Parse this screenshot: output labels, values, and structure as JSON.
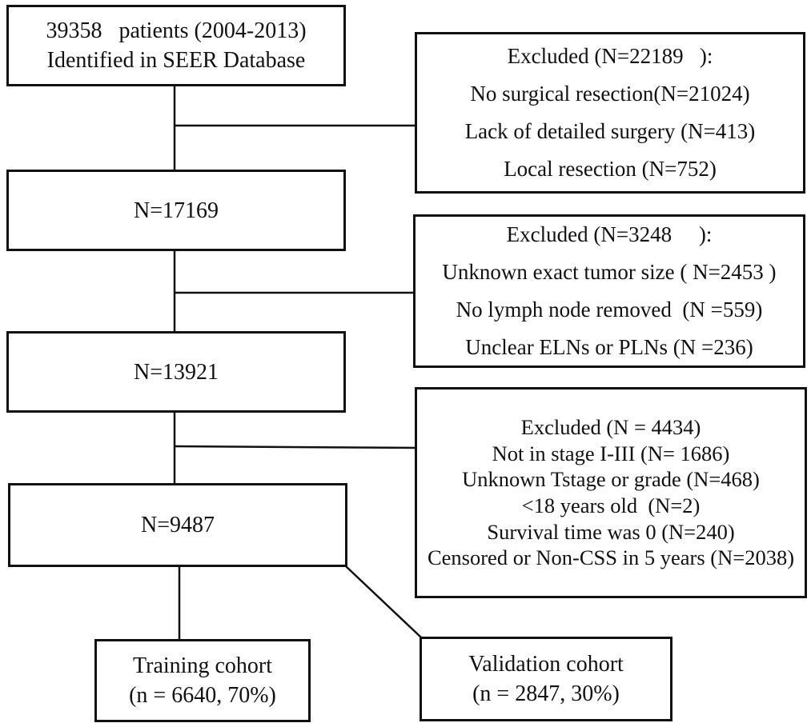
{
  "flowchart": {
    "start_box": {
      "lines": [
        "39358   patients (2004-2013)",
        "Identified in SEER Database"
      ]
    },
    "step1_box": {
      "lines": [
        "N=17169"
      ]
    },
    "step2_box": {
      "lines": [
        "N=13921"
      ]
    },
    "step3_box": {
      "lines": [
        "N=9487"
      ]
    },
    "training_box": {
      "lines": [
        "Training cohort",
        "(n = 6640, 70%)"
      ]
    },
    "validation_box": {
      "lines": [
        "Validation cohort",
        "(n = 2847, 30%)"
      ]
    },
    "exclusion1_box": {
      "lines": [
        "Excluded (N=22189   ):",
        "No surgical resection(N=21024)",
        "Lack of detailed surgery (N=413)",
        "Local resection (N=752)"
      ]
    },
    "exclusion2_box": {
      "lines": [
        "Excluded (N=3248     ):",
        "Unknown exact tumor size ( N=2453 )",
        "No lymph node removed  (N =559)",
        "Unclear ELNs or PLNs (N =236)"
      ]
    },
    "exclusion3_box": {
      "lines": [
        "Excluded (N = 4434)",
        "Not in stage I-III (N= 1686)",
        "Unknown Tstage or grade (N=468)",
        "<18 years old  (N=2)",
        "Survival time was 0 (N=240)",
        "Censored or Non-CSS in 5 years (N=2038)"
      ]
    }
  }
}
